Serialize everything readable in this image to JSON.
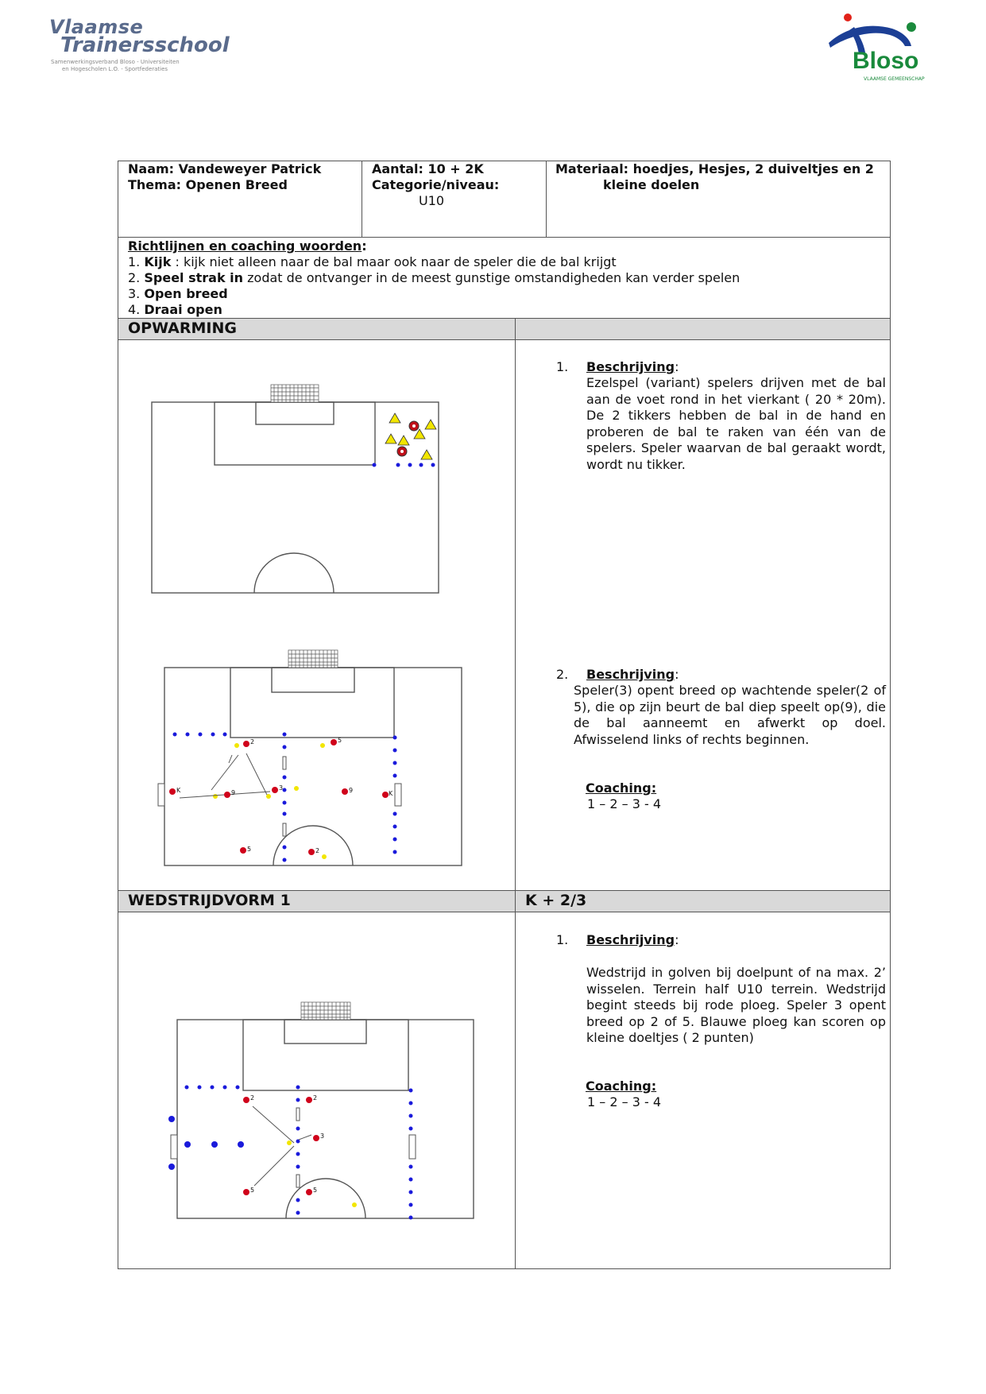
{
  "header": {
    "left_logo": {
      "line1": "Vlaamse",
      "line2": "Trainersschool",
      "sub1": "Samenwerkingsverband Bloso - Universiteiten",
      "sub2": "en Hogescholen L.O. - Sportfederaties"
    },
    "right_logo": {
      "name": "Bloso",
      "sub": "VLAAMSE GEMEENSCHAP",
      "colors": {
        "blue": "#1c3f95",
        "red": "#e2231a",
        "green": "#1a8a3c"
      }
    }
  },
  "info": {
    "name": "Naam: Vandeweyer Patrick",
    "theme": "Thema: Openen Breed",
    "count": "Aantal: 10 + 2K",
    "category_label": "Categorie/niveau:",
    "category_value": "U10",
    "material_line1": "Materiaal: hoedjes, Hesjes, 2 duiveltjes en 2",
    "material_line2": "kleine doelen"
  },
  "guidelines": {
    "title": "Richtlijnen en coaching woorden",
    "colon": ":",
    "items": [
      {
        "num": "1.",
        "bold": "Kijk",
        "rest": " : kijk niet alleen naar de bal maar ook naar de speler die de bal krijgt"
      },
      {
        "num": "2.",
        "bold": "Speel strak in",
        "rest": " zodat de ontvanger in de meest gunstige omstandigheden kan verder spelen"
      },
      {
        "num": "3.",
        "bold": "Open breed",
        "rest": ""
      },
      {
        "num": "4.",
        "bold": "Draai open",
        "rest": ""
      }
    ]
  },
  "sections": {
    "warmup": {
      "title": "OPWARMING",
      "right": ""
    },
    "match": {
      "title": "WEDSTRIJDVORM 1",
      "right": "K + 2/3"
    }
  },
  "exercises": {
    "ex1": {
      "num": "1.",
      "label": "Beschrijving",
      "colon": ":",
      "text": "Ezelspel (variant) spelers drijven met de bal aan de voet rond in het vierkant ( 20 * 20m). De 2 tikkers hebben de bal in de hand en proberen de bal te raken van één van de spelers. Speler waarvan de bal geraakt wordt, wordt nu tikker."
    },
    "ex2": {
      "num": "2.",
      "label": "Beschrijving",
      "colon": ":",
      "text": "Speler(3) opent breed op wachtende speler(2 of 5), die op zijn beurt de bal diep speelt op(9), die de bal aanneemt en afwerkt op doel. Afwisselend links of rechts beginnen.",
      "coaching_label": "Coaching:",
      "coaching_value": "1 – 2 – 3 - 4"
    },
    "ex3": {
      "num": "1.",
      "label": "Beschrijving",
      "colon": ":",
      "text": "Wedstrijd in golven bij doelpunt of na max. 2’ wisselen. Terrein half U10 terrein. Wedstrijd begint steeds bij rode ploeg. Speler 3 opent breed op 2 of 5. Blauwe ploeg kan scoren op kleine doeltjes ( 2 punten)",
      "coaching_label": "Coaching:",
      "coaching_value": "1 – 2 – 3 - 4"
    }
  },
  "diagrams": {
    "d2_labels": [
      "2",
      "5",
      "3",
      "9",
      "K",
      "K",
      "9",
      "5",
      "2"
    ],
    "d3_labels": [
      "2",
      "2",
      "3",
      "5",
      "5"
    ]
  },
  "colors": {
    "red_team": "#d0021b",
    "blue_team": "#1a1adb",
    "cone": "#f2e600",
    "border": "#555555",
    "bar": "#d9d9d9"
  }
}
